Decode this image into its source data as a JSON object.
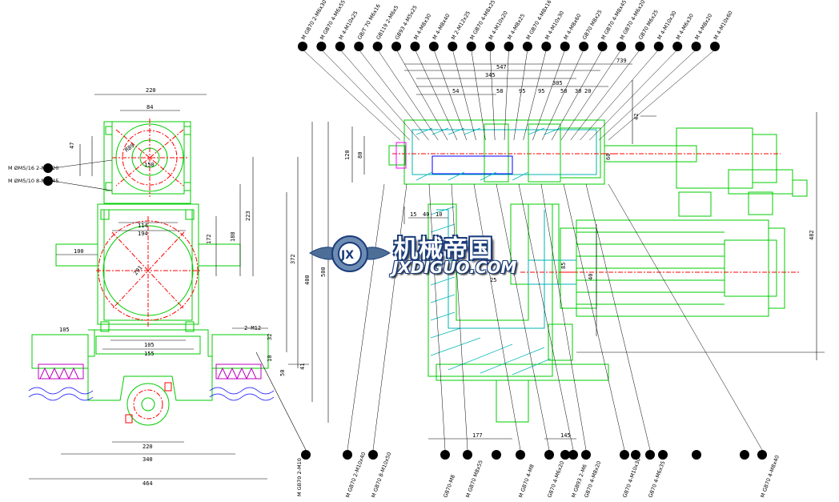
{
  "watermark": {
    "cn": "机械帝国",
    "en": "JXDIGUO.COM",
    "logo_text": "JX"
  },
  "colors": {
    "outline": "#00cc00",
    "center": "#ff0000",
    "hatch": "#00b3b3",
    "dimension": "#000000",
    "purple": "#c000c0",
    "blue": "#0000ff",
    "magenta": "#ff00ff"
  },
  "left_view": {
    "dims": [
      "220",
      "84",
      "47",
      "R89",
      "150",
      "114",
      "194",
      "172",
      "188",
      "223",
      "100",
      "105",
      "155",
      "291",
      "400",
      "500",
      "372",
      "32",
      "10",
      "50",
      "41",
      "220",
      "340",
      "464",
      "105",
      "2-M12"
    ],
    "callouts": [
      "M ØM5/16 2-M6x20",
      "M ØM5/10 8-M6x45"
    ]
  },
  "right_view": {
    "dims": [
      "739",
      "547",
      "345",
      "305",
      "54",
      "58",
      "95",
      "95",
      "50",
      "30",
      "20",
      "120",
      "80",
      "42",
      "60",
      "15",
      "40",
      "10",
      "482",
      "177",
      "145",
      "85",
      "40",
      "25"
    ],
    "callouts_top": [
      "M GB70 2-M6x30",
      "M GB70 4-M6x55",
      "M 4-M10x25",
      "GB/T 70 M6x16",
      "GB119 2-M6x5",
      "GB93 4-M5x25",
      "M 4-M8x30",
      "M 4-M8x40",
      "M 2-M12x25",
      "M GB70 4-M8x25",
      "M 4-M10x20",
      "M 4-M8x25",
      "M GB70 4-M8x16",
      "M 4-M10x30",
      "M 4-M8x60",
      "GB70 M8x25",
      "M GB70 4-M8x45",
      "M GB70 4-M6x20",
      "GB70 M6x25",
      "M 4-M10x30",
      "M 4-M6x30",
      "M 4-M8x20",
      "M 4-M10x60"
    ],
    "callouts_bottom": [
      "M GB70 2-M10x40",
      "M GB70 8-M10x50",
      "GB70-M8",
      "M GB70 M8x55",
      "M GB70 4-M8",
      "GB70 4-M6x20",
      "M GB93 2-M6",
      "GB70 4-M8x20",
      "GB70 4-M10x30",
      "GB70 4-M6x35",
      "M GB70 4-M8x40"
    ]
  }
}
